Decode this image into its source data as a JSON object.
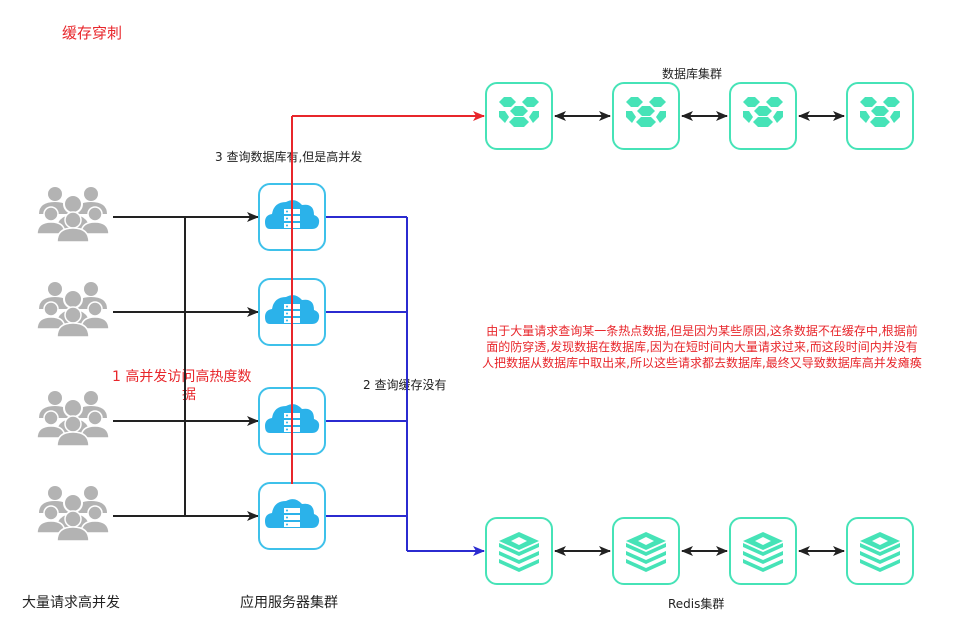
{
  "title": "缓存穿刺",
  "db_cluster_label": "数据库集群",
  "step3_label": "3 查询数据库有,但是高并发",
  "step2_label": "2 查询缓存没有",
  "step1_label_line1": "1 高并发访问高热度数",
  "step1_label_line2": "据",
  "description": "由于大量请求查询某一条热点数据,但是因为某些原因,这条数据不在缓存中,根据前面的防穿透,发现数据在数据库,因为在短时间内大量请求过来,而这段时间内并没有人把数据从数据库中取出来,所以这些请求都去数据库,最终又导致数据库高并发瘫痪",
  "users_label": "大量请求高并发",
  "app_cluster_label": "应用服务器集群",
  "redis_cluster_label": "Redis集群",
  "icons": {
    "user": "user-group-icon",
    "server": "cloud-server-icon",
    "database": "database-node-icon",
    "redis": "redis-node-icon"
  },
  "colors": {
    "red": "#e8262b",
    "blue": "#2b2bd0",
    "node_border": "#46e3b7",
    "server_border": "#3ec1ea",
    "server_fill": "#2bb2ea",
    "user_gray": "#b3b3b3"
  }
}
